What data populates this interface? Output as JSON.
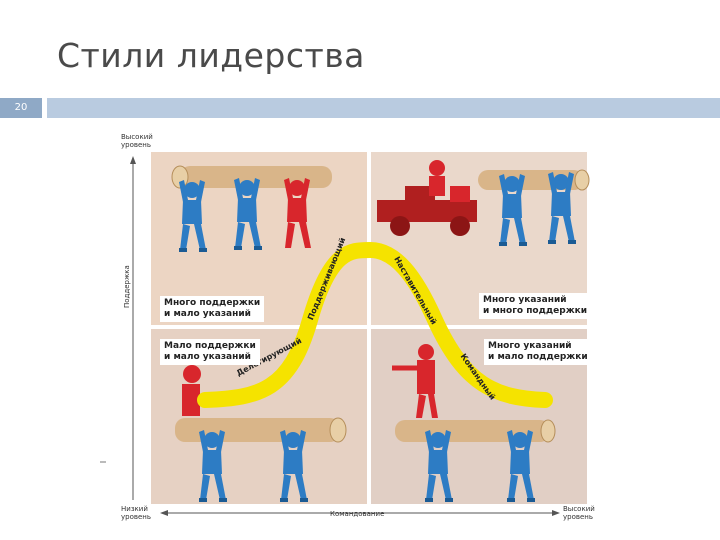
{
  "slide": {
    "title": "Стили лидерства",
    "number": "20"
  },
  "axes": {
    "y_top_line1": "Высокий",
    "y_top_line2": "уровень",
    "y_label": "Поддержка",
    "y_bottom_line1": "Низкий",
    "y_bottom_line2": "уровень",
    "x_label": "Командование",
    "x_right_line1": "Высокий",
    "x_right_line2": "уровень"
  },
  "quadrants": {
    "top_left": {
      "line1": "Много поддержки",
      "line2": "и мало указаний"
    },
    "top_right": {
      "line1": "Много указаний",
      "line2": "и много поддержки"
    },
    "bottom_left": {
      "line1": "Мало поддержки",
      "line2": "и мало указаний"
    },
    "bottom_right": {
      "line1": "Много указаний",
      "line2": "и мало поддержки"
    }
  },
  "curve_labels": {
    "delegating": "Делегирующий",
    "supporting": "Поддерживающий",
    "coaching": "Наставительный",
    "directing": "Командный"
  },
  "colors": {
    "quadrant_tl": "#ecd5c3",
    "quadrant_tr": "#ead8cb",
    "quadrant_bl": "#e6d1c3",
    "quadrant_br": "#e1cfc5",
    "curve": "#f5e300",
    "figure_blue": "#2d7cc4",
    "figure_red": "#d8262c",
    "log": "#d9b589",
    "truck": "#b01f1f"
  }
}
